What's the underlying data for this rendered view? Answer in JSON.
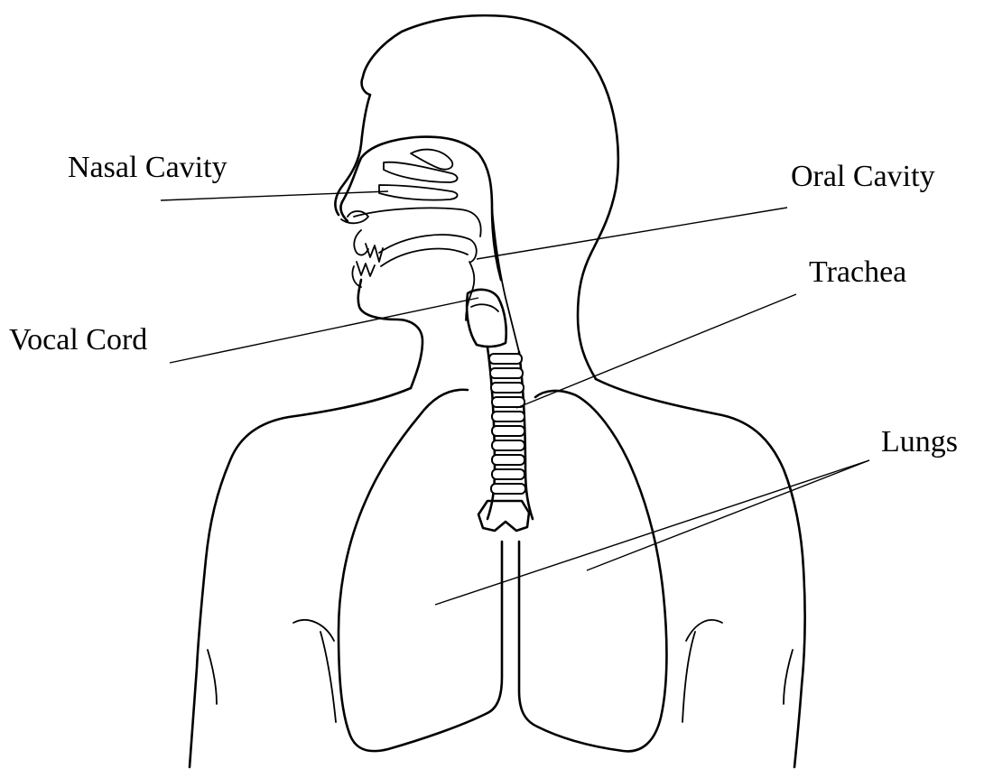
{
  "labels": {
    "nasal_cavity": "Nasal Cavity",
    "oral_cavity": "Oral Cavity",
    "trachea": "Trachea",
    "vocal_cord": "Vocal Cord",
    "lungs": "Lungs"
  },
  "colors": {
    "line": "#000000",
    "background": "#ffffff"
  }
}
